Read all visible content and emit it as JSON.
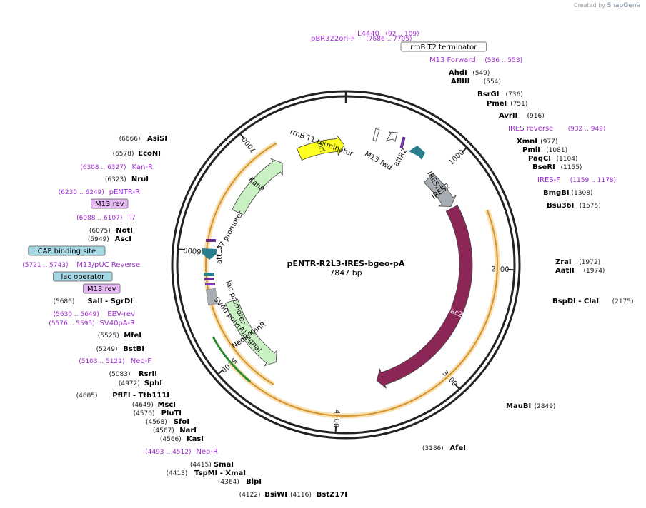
{
  "brand": {
    "prefix": "Created by",
    "name": "SnapGene"
  },
  "plasmid": {
    "name": "pENTR-R2L3-IRES-bgeo-pA",
    "length_label": "7847 bp",
    "length": 7847
  },
  "ruler": [
    {
      "label": "1000",
      "pos": 1000
    },
    {
      "label": "2000",
      "pos": 2000
    },
    {
      "label": "3000",
      "pos": 3000
    },
    {
      "label": "4000",
      "pos": 4000
    },
    {
      "label": "5000",
      "pos": 5000
    },
    {
      "label": "6000",
      "pos": 6000
    },
    {
      "label": "7000",
      "pos": 7000
    }
  ],
  "features": [
    {
      "label": "lacZ",
      "start": 1350,
      "end": 3600,
      "color": "#8c2657",
      "strand": 1
    },
    {
      "label": "IRES2",
      "start": 950,
      "end": 1330,
      "color": "#a7adb3",
      "strand": 1
    },
    {
      "label": "NeoR/KanR",
      "start": 4700,
      "end": 5500,
      "color": "#c9f0c2",
      "strand": -1
    },
    {
      "label": "KanR",
      "start": 6450,
      "end": 7150,
      "color": "#c9f0c2",
      "strand": 1
    },
    {
      "label": "ori",
      "start": 7350,
      "end": 7830,
      "color": "#ffff20",
      "strand": 1
    }
  ],
  "feature_labels": [
    {
      "text": "rrnB T1 terminator"
    },
    {
      "text": "M13 fwd"
    },
    {
      "text": "attR2"
    },
    {
      "text": "IRES2"
    },
    {
      "text": "T7 promoter"
    },
    {
      "text": "attL3"
    },
    {
      "text": "lac promoter"
    },
    {
      "text": "SV40 poly(A) signal"
    }
  ],
  "orange_arcs": [
    {
      "label": "outer orange arc",
      "start": 1500,
      "end": 5000
    },
    {
      "label": "inner orange arc",
      "start": 4600,
      "end": 7200
    }
  ],
  "sites": [
    {
      "name": "AsiSI",
      "pos": "(6666)",
      "side": "L"
    },
    {
      "name": "EcoNI",
      "pos": "(6578)",
      "side": "L"
    },
    {
      "name": "Kan-R",
      "pos": "(6308 .. 6327)",
      "side": "L",
      "primer": true
    },
    {
      "name": "NruI",
      "pos": "(6323)",
      "side": "L"
    },
    {
      "name": "pENTR-R",
      "pos": "(6230 .. 6249)",
      "side": "L",
      "primer": true
    },
    {
      "name": "M13 rev",
      "pos": "",
      "side": "L",
      "boxed": "purple"
    },
    {
      "name": "T7",
      "pos": "(6088 .. 6107)",
      "side": "L",
      "primer": true
    },
    {
      "name": "NotI",
      "pos": "(6075)",
      "side": "L"
    },
    {
      "name": "AscI",
      "pos": "(5949)",
      "side": "L"
    },
    {
      "name": "CAP binding site",
      "pos": "",
      "side": "L",
      "boxed": "teal"
    },
    {
      "name": "M13/pUC Reverse",
      "pos": "(5721 .. 5743)",
      "side": "L",
      "primer": true
    },
    {
      "name": "lac operator",
      "pos": "",
      "side": "L",
      "boxed": "teal"
    },
    {
      "name": "M13 rev",
      "pos": "",
      "side": "L",
      "boxed": "purple"
    },
    {
      "name": "SalI - SgrDI",
      "pos": "(5686)",
      "side": "L"
    },
    {
      "name": "EBV-rev",
      "pos": "(5630 .. 5649)",
      "side": "L",
      "primer": true
    },
    {
      "name": "SV40pA-R",
      "pos": "(5576 .. 5595)",
      "side": "L",
      "primer": true
    },
    {
      "name": "MfeI",
      "pos": "(5525)",
      "side": "L"
    },
    {
      "name": "BstBI",
      "pos": "(5249)",
      "side": "L"
    },
    {
      "name": "Neo-F",
      "pos": "(5103 .. 5122)",
      "side": "L",
      "primer": true
    },
    {
      "name": "RsrII",
      "pos": "(5083)",
      "side": "L"
    },
    {
      "name": "SphI",
      "pos": "(4972)",
      "side": "L"
    },
    {
      "name": "PflFI - Tth111I",
      "pos": "(4685)",
      "side": "L"
    },
    {
      "name": "MscI",
      "pos": "(4649)",
      "side": "L"
    },
    {
      "name": "PluTI",
      "pos": "(4570)",
      "side": "L"
    },
    {
      "name": "SfoI",
      "pos": "(4568)",
      "side": "L"
    },
    {
      "name": "NarI",
      "pos": "(4567)",
      "side": "L"
    },
    {
      "name": "KasI",
      "pos": "(4566)",
      "side": "L"
    },
    {
      "name": "Neo-R",
      "pos": "(4493 .. 4512)",
      "side": "L",
      "primer": true
    },
    {
      "name": "SmaI",
      "pos": "(4415)",
      "side": "L"
    },
    {
      "name": "TspMI - XmaI",
      "pos": "(4413)",
      "side": "L"
    },
    {
      "name": "BlpI",
      "pos": "(4364)",
      "side": "L"
    },
    {
      "name": "BsiWI",
      "pos": "(4122)",
      "side": "B"
    },
    {
      "name": "BstZ17I",
      "pos": "(4116)",
      "side": "B"
    },
    {
      "name": "pBR322ori-F",
      "pos": "(7686 .. 7705)",
      "side": "T",
      "primer": true
    },
    {
      "name": "L4440",
      "pos": "(92 .. 109)",
      "side": "T",
      "primer": true
    },
    {
      "name": "rrnB T2 terminator",
      "pos": "",
      "side": "T",
      "boxed": "white"
    },
    {
      "name": "M13 Forward",
      "pos": "(536 .. 553)",
      "side": "R",
      "primer": true
    },
    {
      "name": "AhdI",
      "pos": "(549)",
      "side": "R"
    },
    {
      "name": "AflIII",
      "pos": "(554)",
      "side": "R"
    },
    {
      "name": "BsrGI",
      "pos": "(736)",
      "side": "R"
    },
    {
      "name": "PmeI",
      "pos": "(751)",
      "side": "R"
    },
    {
      "name": "AvrII",
      "pos": "(916)",
      "side": "R"
    },
    {
      "name": "IRES reverse",
      "pos": "(932 .. 949)",
      "side": "R",
      "primer": true
    },
    {
      "name": "XmnI",
      "pos": "(977)",
      "side": "R"
    },
    {
      "name": "PmlI",
      "pos": "(1081)",
      "side": "R"
    },
    {
      "name": "PaqCI",
      "pos": "(1104)",
      "side": "R"
    },
    {
      "name": "BseRI",
      "pos": "(1155)",
      "side": "R"
    },
    {
      "name": "IRES-F",
      "pos": "(1159 .. 1178)",
      "side": "R",
      "primer": true
    },
    {
      "name": "BmgBI",
      "pos": "(1308)",
      "side": "R"
    },
    {
      "name": "Bsu36I",
      "pos": "(1575)",
      "side": "R"
    },
    {
      "name": "ZraI",
      "pos": "(1972)",
      "side": "R"
    },
    {
      "name": "AatII",
      "pos": "(1974)",
      "side": "R"
    },
    {
      "name": "BspDI - ClaI",
      "pos": "(2175)",
      "side": "R"
    },
    {
      "name": "MauBI",
      "pos": "(2849)",
      "side": "R"
    },
    {
      "name": "AfeI",
      "pos": "(3186)",
      "side": "B"
    }
  ],
  "colors": {
    "backbone": "#222222",
    "primer": "#a02ad0",
    "lacZ": "#8c2657",
    "teal": "#2a7f8f",
    "orange": "#f5d28c"
  }
}
